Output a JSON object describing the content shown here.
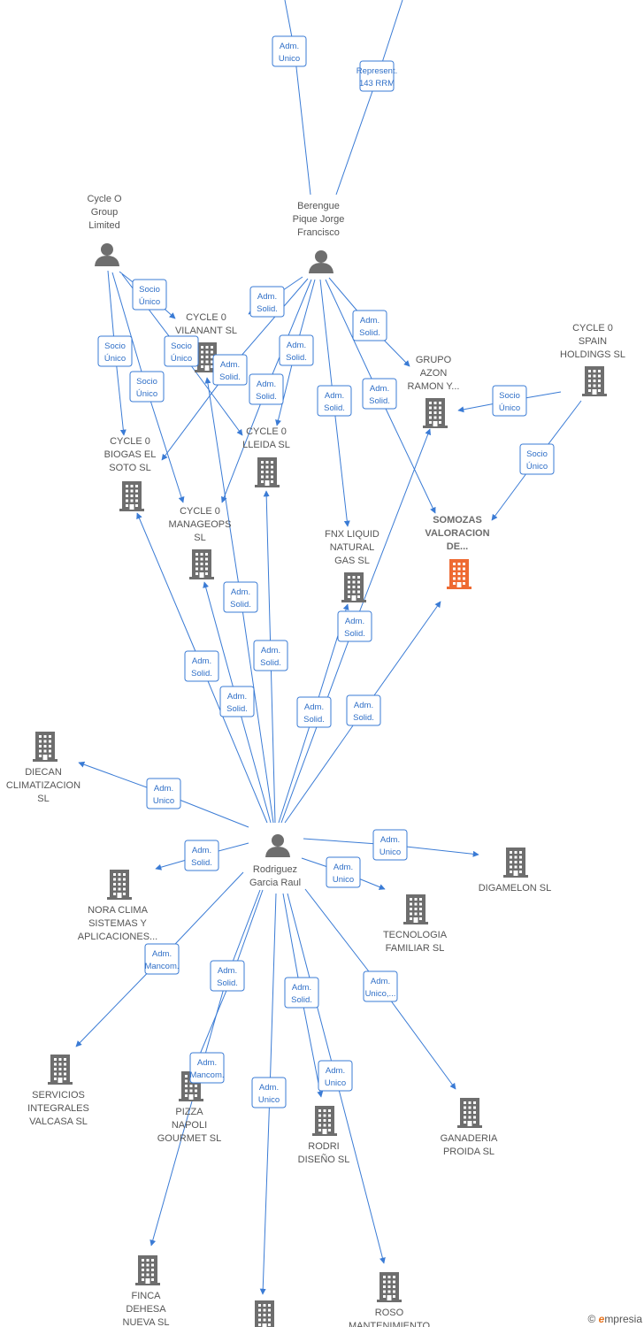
{
  "colors": {
    "edge": "#3a7bd5",
    "node": "#6e6e6e",
    "highlight": "#ee6a32",
    "edge_text": "#2f6fc7"
  },
  "nodes": [
    {
      "id": "cycle_o_group",
      "type": "person",
      "label": [
        "Cycle O",
        "Group",
        "Limited"
      ]
    },
    {
      "id": "berengue",
      "type": "person",
      "label": [
        "Berengue",
        "Pique Jorge",
        "Francisco"
      ]
    },
    {
      "id": "rodriguez",
      "type": "person",
      "label": [
        "Rodriguez",
        "Garcia Raul"
      ]
    },
    {
      "id": "vilanant",
      "type": "company",
      "label": [
        "CYCLE 0",
        "VILANANT  SL"
      ]
    },
    {
      "id": "spain_holdings",
      "type": "company",
      "label": [
        "CYCLE 0",
        "SPAIN",
        "HOLDINGS  SL"
      ]
    },
    {
      "id": "grupo_azon",
      "type": "company",
      "label": [
        "GRUPO",
        "AZON",
        "RAMON Y..."
      ]
    },
    {
      "id": "biogas",
      "type": "company",
      "label": [
        "CYCLE 0",
        "BIOGAS EL",
        "SOTO  SL"
      ]
    },
    {
      "id": "lleida",
      "type": "company",
      "label": [
        "CYCLE 0",
        "LLEIDA  SL"
      ]
    },
    {
      "id": "manageops",
      "type": "company",
      "label": [
        "CYCLE 0",
        "MANAGEOPS",
        "SL"
      ]
    },
    {
      "id": "fnx",
      "type": "company",
      "label": [
        "FNX LIQUID",
        "NATURAL",
        "GAS  SL"
      ]
    },
    {
      "id": "somozas",
      "type": "company",
      "highlight": true,
      "label": [
        "SOMOZAS",
        "VALORACION",
        "DE..."
      ]
    },
    {
      "id": "diecan",
      "type": "company",
      "label": [
        "DIECAN",
        "CLIMATIZACION",
        "SL"
      ]
    },
    {
      "id": "digamelon",
      "type": "company",
      "label": [
        "DIGAMELON  SL"
      ]
    },
    {
      "id": "nora",
      "type": "company",
      "label": [
        "NORA CLIMA",
        "SISTEMAS Y",
        "APLICACIONES..."
      ]
    },
    {
      "id": "tecnologia",
      "type": "company",
      "label": [
        "TECNOLOGIA",
        "FAMILIAR  SL"
      ]
    },
    {
      "id": "servicios",
      "type": "company",
      "label": [
        "SERVICIOS",
        "INTEGRALES",
        "VALCASA SL"
      ]
    },
    {
      "id": "pizza",
      "type": "company",
      "label": [
        "PIZZA",
        "NAPOLI",
        "GOURMET SL"
      ]
    },
    {
      "id": "rodri",
      "type": "company",
      "label": [
        "RODRI",
        "DISEÑO  SL"
      ]
    },
    {
      "id": "ganaderia",
      "type": "company",
      "label": [
        "GANADERIA",
        "PROIDA  SL"
      ]
    },
    {
      "id": "finca",
      "type": "company",
      "label": [
        "FINCA",
        "DEHESA",
        "NUEVA SL"
      ]
    },
    {
      "id": "unnamed_bottom",
      "type": "company",
      "label": []
    },
    {
      "id": "roso",
      "type": "company",
      "label": [
        "ROSO",
        "MANTENIMIENTO"
      ]
    }
  ],
  "edges": [
    {
      "id": "e_top1",
      "label": [
        "Adm.",
        "Unico"
      ]
    },
    {
      "id": "e_top2",
      "label": [
        "Represent.",
        "143 RRM"
      ]
    },
    {
      "id": "e_co_vil",
      "label": [
        "Socio",
        "Único"
      ]
    },
    {
      "id": "e_co_bio",
      "label": [
        "Socio",
        "Único"
      ]
    },
    {
      "id": "e_co_man",
      "label": [
        "Socio",
        "Único"
      ]
    },
    {
      "id": "e_co_lle",
      "label": [
        "Socio",
        "Único"
      ]
    },
    {
      "id": "e_be_vil",
      "label": [
        "Adm.",
        "Solid."
      ]
    },
    {
      "id": "e_be_bio",
      "label": [
        "Adm.",
        "Solid."
      ]
    },
    {
      "id": "e_be_man",
      "label": [
        "Adm.",
        "Solid."
      ]
    },
    {
      "id": "e_be_lle",
      "label": [
        "Adm.",
        "Solid."
      ]
    },
    {
      "id": "e_be_fnx",
      "label": [
        "Adm.",
        "Solid."
      ]
    },
    {
      "id": "e_be_gru",
      "label": [
        "Adm.",
        "Solid."
      ]
    },
    {
      "id": "e_be_som",
      "label": [
        "Adm.",
        "Solid."
      ]
    },
    {
      "id": "e_sh_gru",
      "label": [
        "Socio",
        "Único"
      ]
    },
    {
      "id": "e_sh_som",
      "label": [
        "Socio",
        "Único"
      ]
    },
    {
      "id": "e_ro_man",
      "label": [
        "Adm.",
        "Solid."
      ]
    },
    {
      "id": "e_ro_bio",
      "label": [
        "Adm.",
        "Solid."
      ]
    },
    {
      "id": "e_ro_vil",
      "label": [
        "Adm.",
        "Solid."
      ]
    },
    {
      "id": "e_ro_lle",
      "label": [
        "Adm.",
        "Solid."
      ]
    },
    {
      "id": "e_ro_gru",
      "label": [
        "Adm.",
        "Solid."
      ]
    },
    {
      "id": "e_ro_fnx",
      "label": [
        "Adm.",
        "Solid."
      ]
    },
    {
      "id": "e_ro_som",
      "label": [
        "Adm.",
        "Solid."
      ]
    },
    {
      "id": "e_ro_die",
      "label": [
        "Adm.",
        "Unico"
      ]
    },
    {
      "id": "e_ro_dig",
      "label": [
        "Adm.",
        "Unico"
      ]
    },
    {
      "id": "e_ro_nor",
      "label": [
        "Adm.",
        "Solid."
      ]
    },
    {
      "id": "e_ro_tec",
      "label": [
        "Adm.",
        "Unico"
      ]
    },
    {
      "id": "e_ro_ser",
      "label": [
        "Adm.",
        "Mancom."
      ]
    },
    {
      "id": "e_ro_fin",
      "label": [
        "Adm.",
        "Solid."
      ]
    },
    {
      "id": "e_ro_piz",
      "label": [
        "Adm.",
        "Mancom."
      ]
    },
    {
      "id": "e_ro_unn",
      "label": [
        "Adm.",
        "Unico"
      ]
    },
    {
      "id": "e_ro_rod",
      "label": [
        "Adm.",
        "Solid."
      ]
    },
    {
      "id": "e_ro_ros",
      "label": [
        "Adm.",
        "Unico"
      ]
    },
    {
      "id": "e_ro_gan",
      "label": [
        "Adm.",
        "Unico,..."
      ]
    }
  ],
  "watermark": {
    "symbol": "©",
    "brand_initial": "e",
    "brand_rest": "mpresia"
  }
}
